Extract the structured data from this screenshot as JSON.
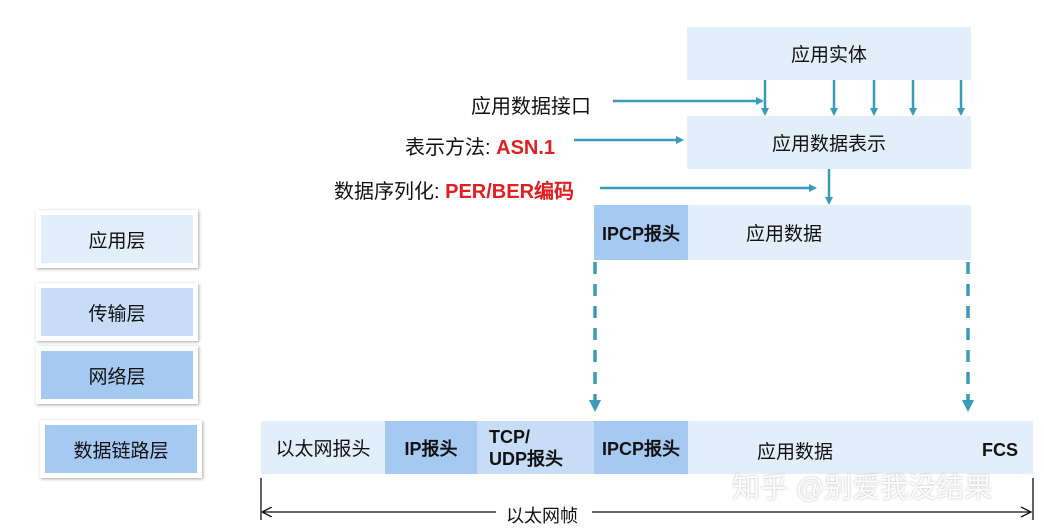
{
  "layers": {
    "application": "应用层",
    "transport": "传输层",
    "network": "网络层",
    "datalink": "数据链路层"
  },
  "top": {
    "app_entity": "应用实体",
    "app_data_repr": "应用数据表示",
    "ipcp_header": "IPCP报头",
    "app_data": "应用数据"
  },
  "labels": {
    "app_data_interface": "应用数据接口",
    "repr_method_prefix": "表示方法: ",
    "repr_method_value": "ASN.1",
    "serialization_prefix": "数据序列化: ",
    "serialization_value": "PER/BER编码"
  },
  "frame": {
    "eth_header": "以太网报头",
    "ip_header": "IP报头",
    "tcp_udp_line1": "TCP/",
    "tcp_udp_line2": "UDP报头",
    "ipcp_header": "IPCP报头",
    "app_data": "应用数据",
    "fcs": "FCS",
    "ethernet_frame": "以太网帧"
  },
  "watermark": "知乎 @别爱我没结果",
  "colors": {
    "light_blue": "#e3eefb",
    "mid_blue": "#c6dcf7",
    "blue": "#a6c9f2",
    "arrow_teal": "#3a9ab8",
    "red": "#e02020"
  }
}
